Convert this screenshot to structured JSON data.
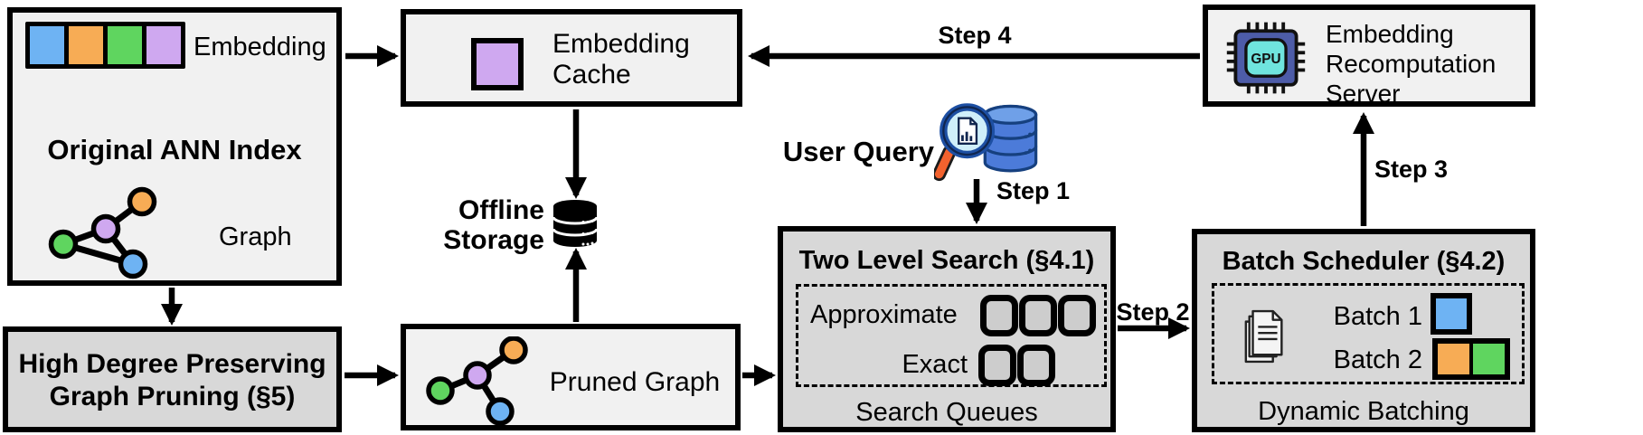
{
  "palette": {
    "blue": "#6EB3F3",
    "orange": "#F7AC55",
    "green": "#5FD55F",
    "purple": "#CFA8F0",
    "box_light": "#F1F1F1",
    "box_gray": "#D8D8D8",
    "queue_slot": "#CDCDCD",
    "gpu_body": "#4D5CA8",
    "gpu_core": "#6FE4DE",
    "query_handle": "#F2622E",
    "query_db": "#4C7BD9"
  },
  "ann_index": {
    "title": "Original ANN Index",
    "embedding_label": "Embedding",
    "graph_label": "Graph"
  },
  "embedding_cache": {
    "line1": "Embedding",
    "line2": "Cache"
  },
  "offline_storage": {
    "line1": "Offline",
    "line2": "Storage"
  },
  "user_query": {
    "label": "User Query"
  },
  "steps": {
    "step1": "Step 1",
    "step2": "Step 2",
    "step3": "Step 3",
    "step4": "Step 4"
  },
  "two_level_search": {
    "title": "Two Level Search (§4.1)",
    "approximate_label": "Approximate",
    "exact_label": "Exact",
    "caption": "Search Queues"
  },
  "batch_scheduler": {
    "title": "Batch Scheduler (§4.2)",
    "batch1_label": "Batch 1",
    "batch2_label": "Batch 2",
    "caption": "Dynamic Batching"
  },
  "recomputation_server": {
    "line1": "Embedding",
    "line2": "Recomputation",
    "line3": "Server",
    "chip_label": "GPU"
  },
  "graph_pruning": {
    "line1": "High Degree Preserving",
    "line2": "Graph Pruning (§5)"
  },
  "pruned_graph": {
    "label": "Pruned Graph"
  }
}
